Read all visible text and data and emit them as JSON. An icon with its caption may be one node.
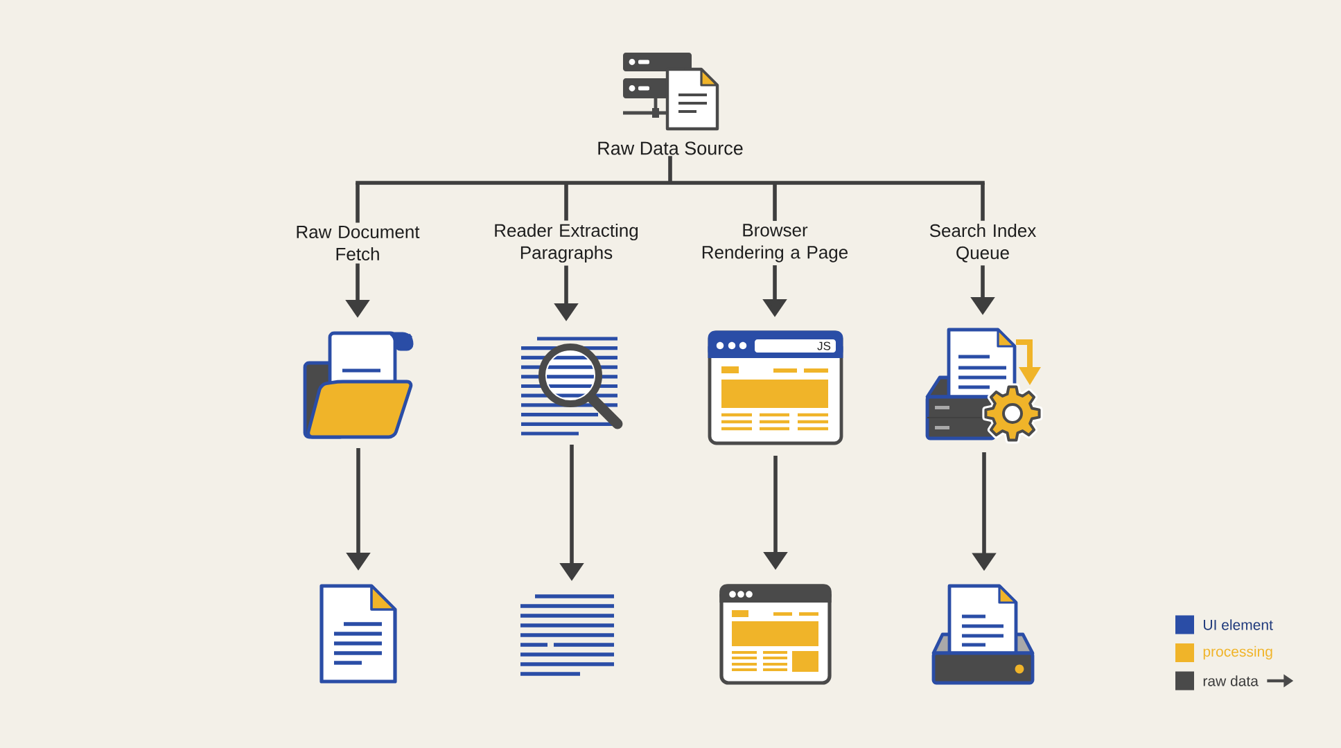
{
  "diagram": {
    "nodes": [
      {
        "text": [
          "Raw Data Source"
        ]
      },
      {
        "text": [
          "Raw Document Fetch"
        ]
      },
      {
        "text": [
          "Reader Extracting Paragraphs"
        ]
      },
      {
        "text": [
          "Browser Rendering a Page"
        ]
      },
      {
        "text": [
          "Search Index Queue"
        ]
      },
      {
        "text": [],
        "shape": "picture"
      },
      {
        "text": [],
        "shape": "picture"
      },
      {
        "text": [
          "JS"
        ]
      },
      {
        "text": [],
        "shape": "picture"
      },
      {
        "text": [],
        "shape": "picture"
      },
      {
        "text": [],
        "shape": "picture"
      },
      {
        "text": [],
        "shape": "picture"
      },
      {
        "text": [],
        "shape": "picture"
      }
    ],
    "edges": [
      {
        "from": 0,
        "to": 1,
        "arrow": "none"
      },
      {
        "from": 0,
        "to": 2,
        "arrow": "none"
      },
      {
        "from": 0,
        "to": 3,
        "arrow": "none"
      },
      {
        "from": 0,
        "to": 4,
        "arrow": "none"
      },
      {
        "from": 1,
        "to": 5,
        "arrow": "to"
      },
      {
        "from": 2,
        "to": 6,
        "arrow": "to"
      },
      {
        "from": 3,
        "to": 7,
        "arrow": "to"
      },
      {
        "from": 4,
        "to": 8,
        "arrow": "to"
      },
      {
        "from": 5,
        "to": 9,
        "arrow": "to"
      },
      {
        "from": 6,
        "to": 10,
        "arrow": "to"
      },
      {
        "from": 7,
        "to": 11,
        "arrow": "to"
      },
      {
        "from": 8,
        "to": 12,
        "arrow": "to"
      }
    ],
    "legend": [
      {
        "text": "UI element",
        "color": "#2a4da6"
      },
      {
        "text": "processing",
        "color": "#f0b429"
      },
      {
        "text": "raw data",
        "color": "#4a4a4a"
      }
    ]
  }
}
